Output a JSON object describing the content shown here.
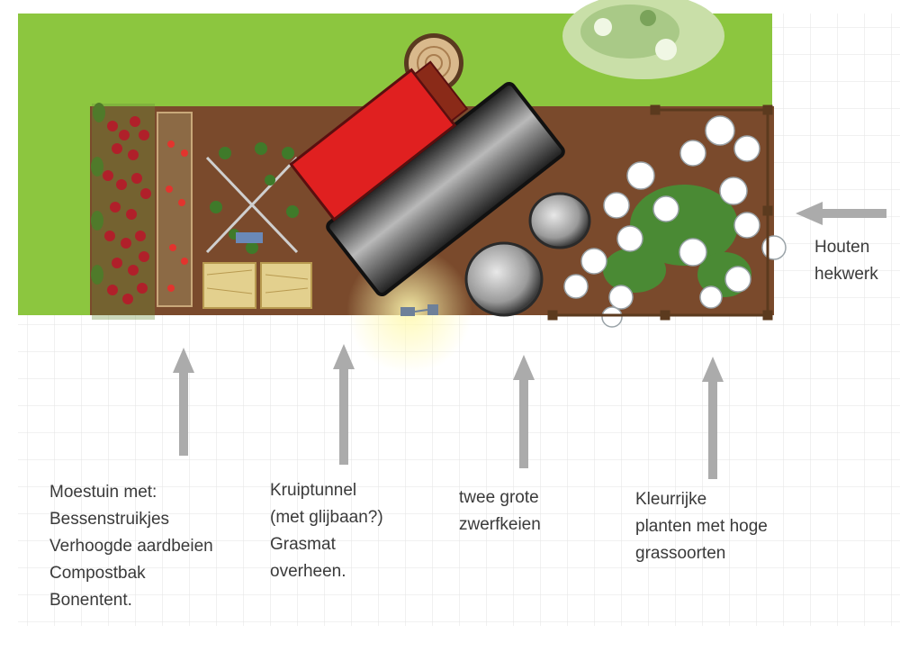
{
  "labels": {
    "moestuin": [
      "Moestuin met:",
      "Bessenstruikjes",
      "Verhoogde aardbeien",
      "Compostbak",
      "Bonentent."
    ],
    "tunnel": [
      "Kruiptunnel",
      "(met glijbaan?)",
      "Grasmat",
      "overheen."
    ],
    "keien": [
      "twee grote",
      "zwerfkeien"
    ],
    "planten": [
      "Kleurrijke",
      "planten met hoge",
      "grassoorten"
    ],
    "hekwerk": [
      "Houten",
      "hekwerk"
    ]
  },
  "colors": {
    "grass": "#8cc63f",
    "soil": "#7a4a2c",
    "grid": "#e3e3e3",
    "arrow": "#ababab",
    "slide": "#e02020",
    "tunnel": "#3a3a3a",
    "text": "#3a3a3a"
  }
}
